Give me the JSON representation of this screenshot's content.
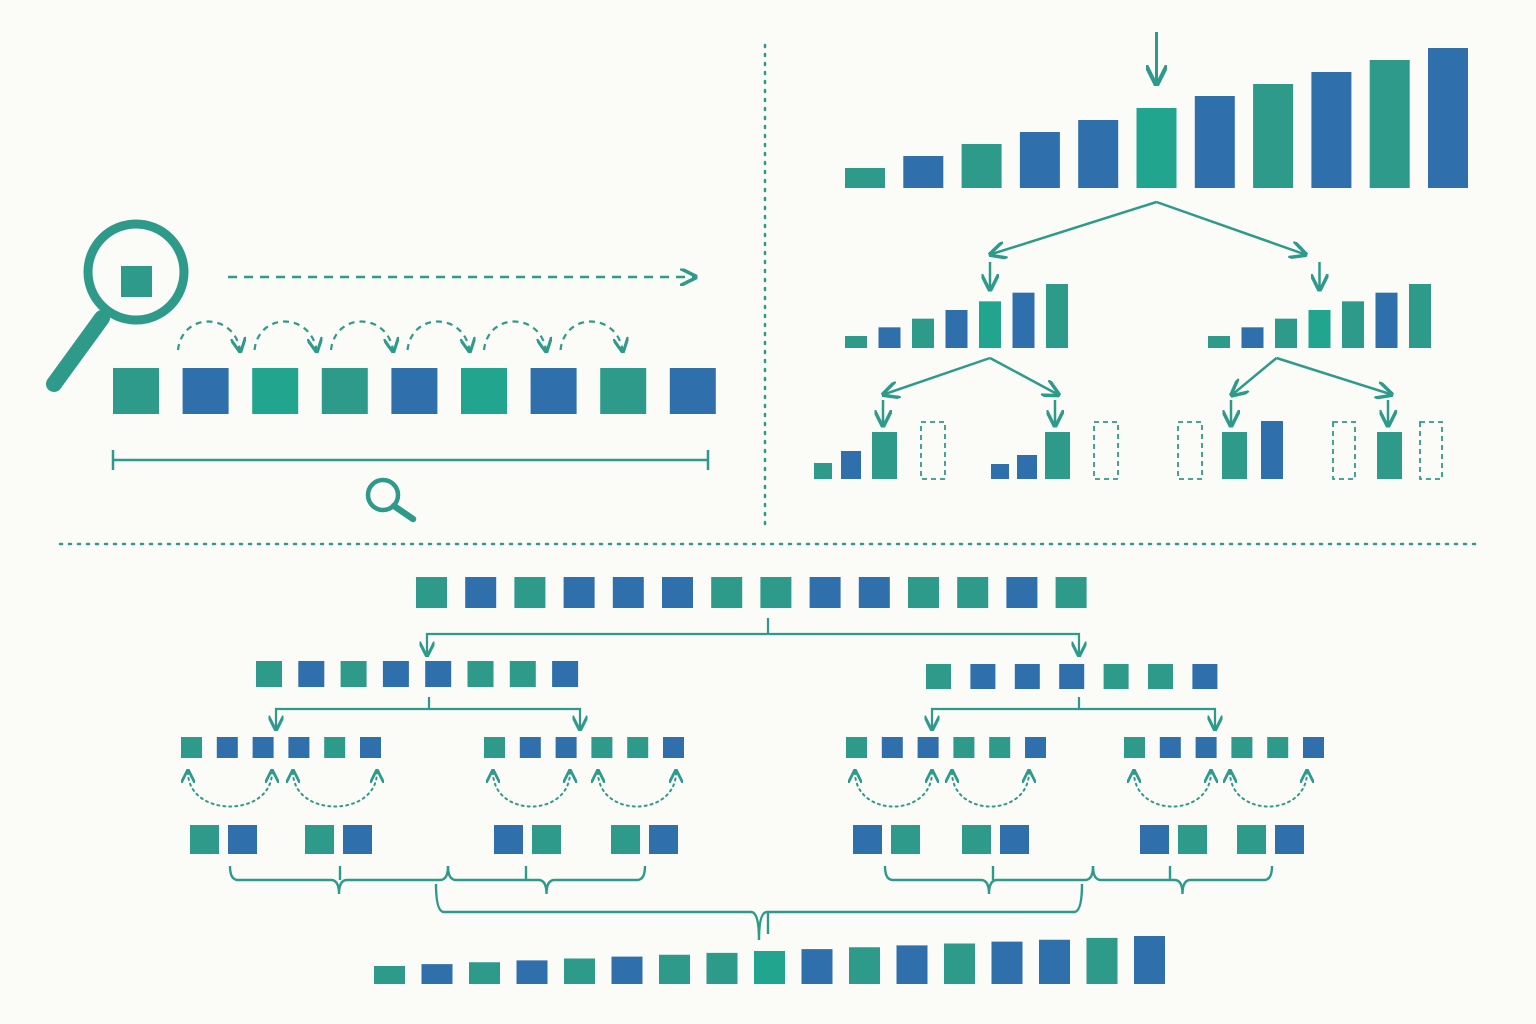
{
  "colors": {
    "teal": "#2e9a8a",
    "teal_bright": "#21a58f",
    "blue": "#2f6fab",
    "line": "#2e9a8a",
    "background": "#fbfbf8"
  },
  "panels": {
    "linear_search": {
      "sequence": [
        "teal",
        "blue",
        "teal_bright",
        "teal",
        "blue",
        "teal_bright",
        "blue",
        "teal",
        "blue"
      ],
      "hops": 6,
      "icons": [
        "magnifier-icon",
        "small-magnifier-icon"
      ]
    },
    "binary_search": {
      "bar_levels": [
        1,
        2,
        3,
        4,
        5,
        6,
        7,
        8,
        9,
        10,
        11
      ],
      "bar_colors": [
        "teal",
        "blue",
        "teal",
        "blue",
        "blue",
        "teal_bright",
        "blue",
        "teal",
        "blue",
        "teal",
        "blue"
      ],
      "pivot_index": 5,
      "sub_left_levels": [
        1,
        2,
        3,
        4,
        5,
        6,
        7
      ],
      "sub_right_levels": [
        1,
        2,
        3,
        4,
        5,
        6,
        7
      ],
      "leaf_groups": 4
    },
    "merge_sort": {
      "top_sequence": [
        "teal",
        "blue",
        "teal",
        "blue",
        "blue",
        "blue",
        "teal",
        "teal",
        "blue",
        "blue",
        "teal",
        "teal",
        "blue",
        "teal"
      ],
      "level1_left": [
        "teal",
        "blue",
        "teal",
        "blue",
        "blue",
        "teal",
        "teal",
        "blue"
      ],
      "level1_right": [
        "teal",
        "blue",
        "blue",
        "blue",
        "teal",
        "teal",
        "blue"
      ],
      "level2_groups": [
        [
          "teal",
          "blue",
          "blue",
          "blue",
          "teal",
          "blue"
        ],
        [
          "teal",
          "blue",
          "blue",
          "teal",
          "teal",
          "blue"
        ],
        [
          "teal",
          "blue",
          "blue",
          "teal",
          "teal",
          "blue"
        ],
        [
          "teal",
          "blue",
          "blue",
          "teal",
          "teal",
          "blue"
        ]
      ],
      "pair_groups": [
        [
          "teal",
          "blue"
        ],
        [
          "teal",
          "blue"
        ],
        [
          "blue",
          "teal"
        ],
        [
          "teal",
          "blue"
        ],
        [
          "blue",
          "teal"
        ],
        [
          "teal",
          "blue"
        ],
        [
          "blue",
          "teal"
        ],
        [
          "teal",
          "blue"
        ]
      ],
      "sorted_levels": [
        1,
        2,
        3,
        4,
        4,
        5,
        5,
        6,
        6,
        7,
        7,
        7,
        8,
        8,
        8,
        9
      ],
      "sorted_colors": [
        "teal",
        "blue",
        "teal",
        "blue",
        "teal",
        "blue",
        "teal",
        "teal",
        "teal_bright",
        "blue",
        "teal",
        "blue",
        "teal",
        "blue",
        "blue",
        "teal",
        "blue"
      ]
    }
  }
}
